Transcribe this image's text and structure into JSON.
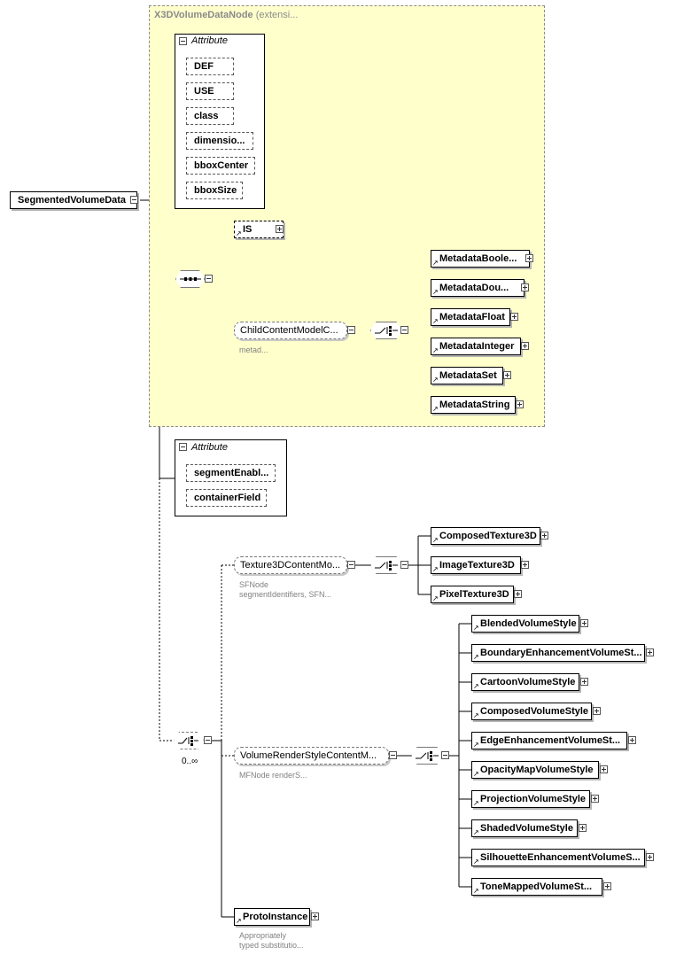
{
  "root": {
    "label": "SegmentedVolumeData"
  },
  "extension": {
    "name": "X3DVolumeDataNode",
    "suffix": "(extensi..."
  },
  "attributes_header": "Attribute",
  "base_attributes": [
    "DEF",
    "USE",
    "class",
    "dimensio...",
    "bboxCenter",
    "bboxSize"
  ],
  "is_element": "IS",
  "child_group": {
    "label": "ChildContentModelC...",
    "note": "metad..."
  },
  "metadata_elements": [
    "MetadataBoole...",
    "MetadataDou...",
    "MetadataFloat",
    "MetadataInteger",
    "MetadataSet",
    "MetadataString"
  ],
  "own_attributes": [
    "segmentEnabl...",
    "containerField"
  ],
  "occurrence": "0..∞",
  "texture_group": {
    "label": "Texture3DContentMo...",
    "note_line1": "SFNode",
    "note_line2": "segmentIdentifiers, SFN..."
  },
  "texture_elements": [
    "ComposedTexture3D",
    "ImageTexture3D",
    "PixelTexture3D"
  ],
  "render_group": {
    "label": "VolumeRenderStyleContentM...",
    "note": "MFNode renderS..."
  },
  "render_elements": [
    "BlendedVolumeStyle",
    "BoundaryEnhancementVolumeSt...",
    "CartoonVolumeStyle",
    "ComposedVolumeStyle",
    "EdgeEnhancementVolumeSt...",
    "OpacityMapVolumeStyle",
    "ProjectionVolumeStyle",
    "ShadedVolumeStyle",
    "SilhouetteEnhancementVolumeS...",
    "ToneMappedVolumeSt..."
  ],
  "proto_element": {
    "label": "ProtoInstance",
    "note_line1": "Appropriately",
    "note_line2": "typed substitutio..."
  }
}
